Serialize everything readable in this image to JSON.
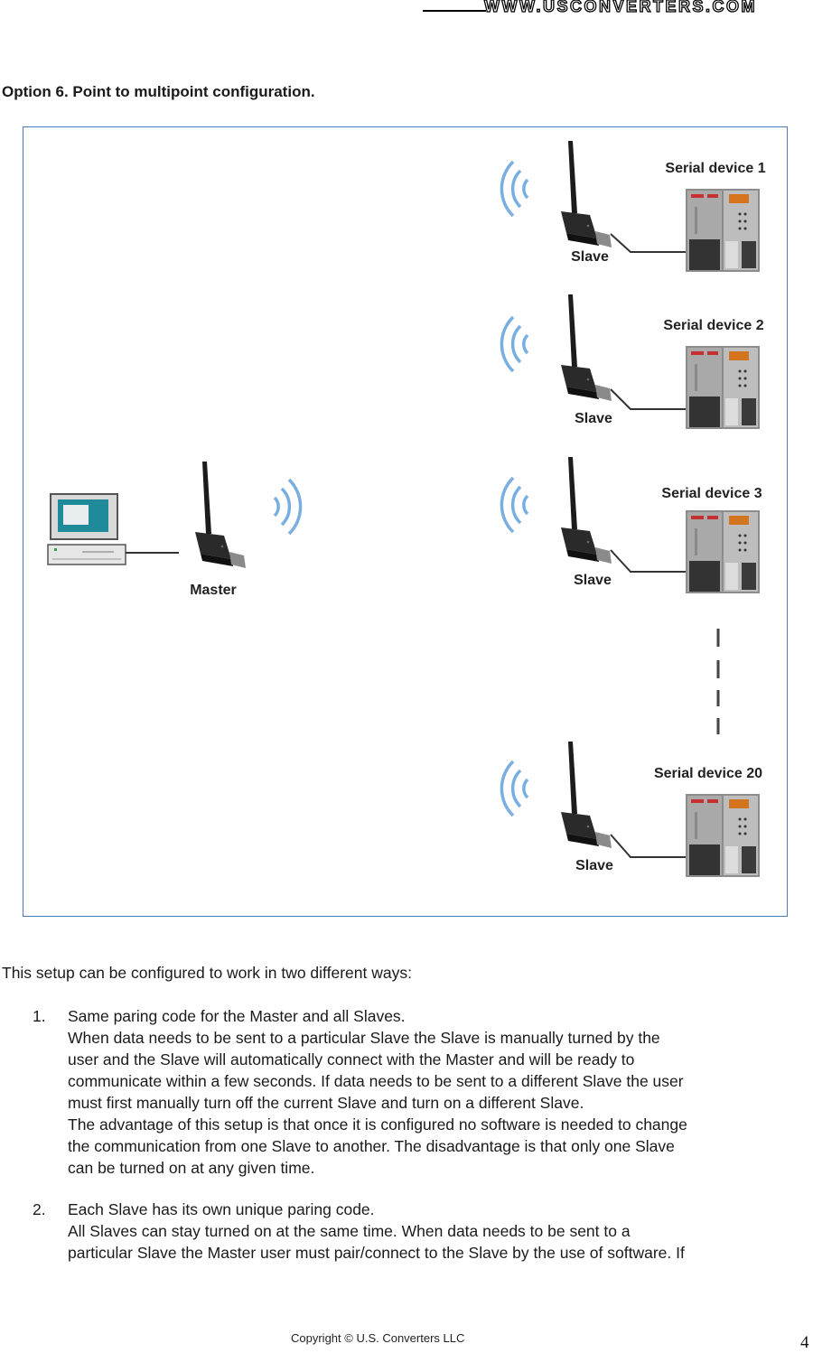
{
  "header": {
    "url": "www.usconverters.com"
  },
  "section_title": "Option 6. Point to multipoint configuration.",
  "diagram": {
    "master_label": "Master",
    "slave_label": "Slave",
    "devices": [
      "Serial device 1",
      "Serial device 2",
      "Serial device 3",
      "Serial device 20"
    ]
  },
  "intro": "This setup can be configured to work in two different ways:",
  "items": [
    {
      "number": "1.",
      "lines": [
        "Same paring code for the Master and all Slaves.",
        "When data needs to be sent to a particular Slave the Slave is manually turned by the",
        "user and the Slave will automatically connect with the Master and will be ready to",
        "communicate within a few seconds. If data needs to be sent to a different Slave the user",
        "must first manually turn off the current Slave and turn on a different Slave.",
        "The advantage of this setup is that once it is configured no software is needed to change",
        "the communication from one Slave to another. The disadvantage is that only one Slave",
        "can be turned on at any given time."
      ]
    },
    {
      "number": "2.",
      "lines": [
        "Each Slave has its own unique paring code.",
        "All Slaves can stay turned on at the same time. When data needs to be sent to a",
        "particular Slave the Master user must pair/connect to the Slave by the use of software. If"
      ]
    }
  ],
  "footer": {
    "copyright": "Copyright © U.S. Converters LLC",
    "page_number": "4"
  }
}
